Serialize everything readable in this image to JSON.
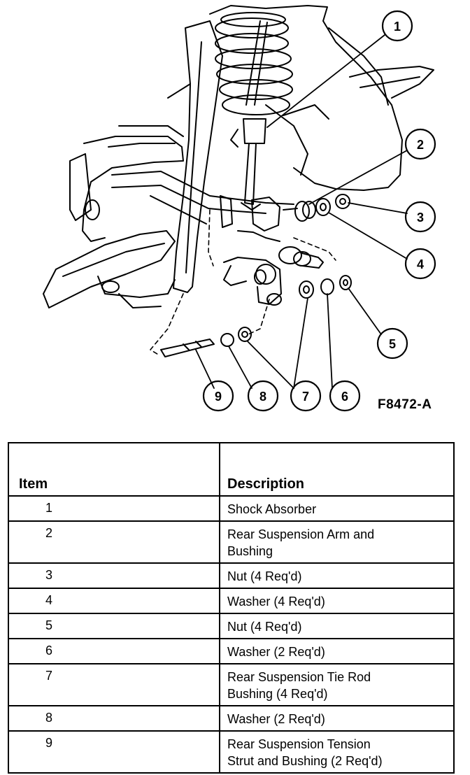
{
  "figure": {
    "code": "F8472-A",
    "callouts": [
      "1",
      "2",
      "3",
      "4",
      "5",
      "6",
      "7",
      "8",
      "9"
    ]
  },
  "table": {
    "headers": {
      "item": "Item",
      "description": "Description"
    },
    "rows": [
      {
        "item": "1",
        "description": [
          "Shock Absorber"
        ]
      },
      {
        "item": "2",
        "description": [
          "Rear Suspension Arm and",
          "Bushing"
        ]
      },
      {
        "item": "3",
        "description": [
          "Nut (4 Req'd)"
        ]
      },
      {
        "item": "4",
        "description": [
          "Washer (4 Req'd)"
        ]
      },
      {
        "item": "5",
        "description": [
          "Nut (4 Req'd)"
        ]
      },
      {
        "item": "6",
        "description": [
          "Washer (2 Req'd)"
        ]
      },
      {
        "item": "7",
        "description": [
          "Rear Suspension Tie Rod",
          "Bushing (4 Req'd)"
        ]
      },
      {
        "item": "8",
        "description": [
          "Washer (2 Req'd)"
        ]
      },
      {
        "item": "9",
        "description": [
          "Rear Suspension Tension",
          "Strut and Bushing  (2 Req'd)"
        ]
      }
    ]
  }
}
